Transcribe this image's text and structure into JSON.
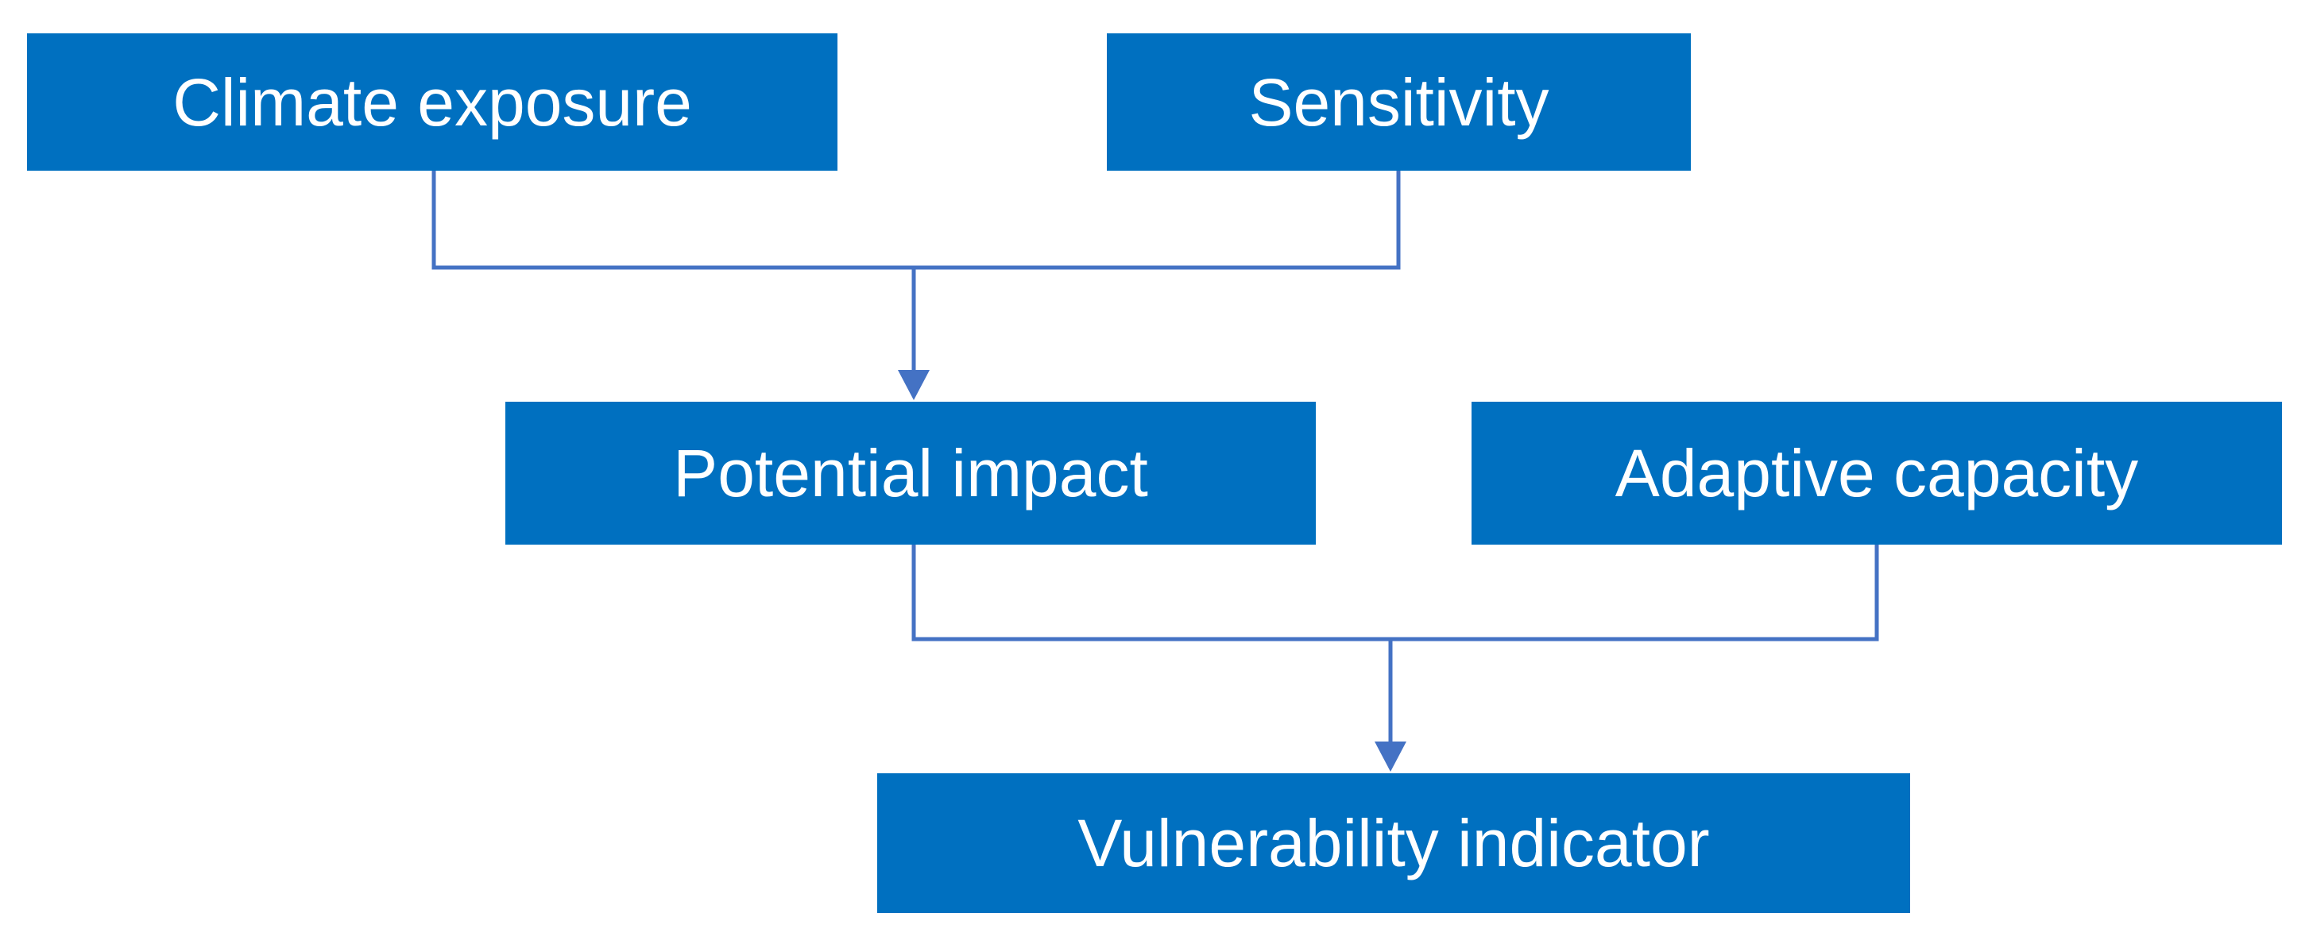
{
  "colors": {
    "box_fill": "#0070C0",
    "box_text": "#FFFFFF",
    "connector": "#4472C4",
    "background": "#FFFFFF"
  },
  "nodes": {
    "climate_exposure": "Climate exposure",
    "sensitivity": "Sensitivity",
    "potential_impact": "Potential impact",
    "adaptive_capacity": "Adaptive capacity",
    "vulnerability_indicator": "Vulnerability indicator"
  }
}
